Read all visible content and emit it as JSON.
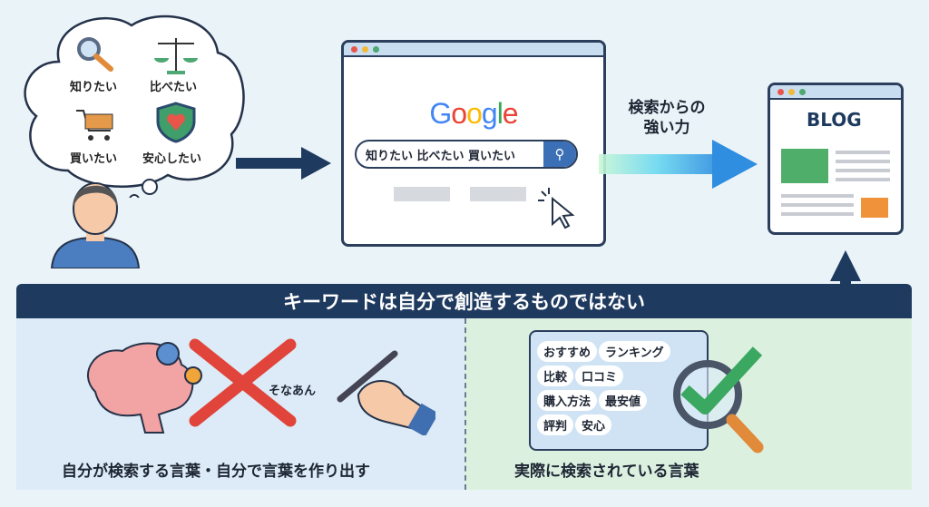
{
  "cloud": {
    "items": [
      "知りたい",
      "比べたい",
      "買いたい",
      "安心したい"
    ]
  },
  "browser": {
    "logo": "Google",
    "search_query": "知りたい 比べたい 買いたい"
  },
  "force_label": {
    "line1": "検索からの",
    "line2": "強い力"
  },
  "blog": {
    "title": "BLOG"
  },
  "banner": {
    "title": "キーワードは自分で創造するものではない"
  },
  "left_panel": {
    "handwriting": "そなあん",
    "caption": "自分が検索する言葉・自分で言葉を作り出す"
  },
  "right_panel": {
    "tags": [
      "おすすめ",
      "ランキング",
      "比較",
      "口コミ",
      "購入方法",
      "最安値",
      "評判",
      "安心"
    ],
    "caption": "実際に検索されている言葉"
  },
  "colors": {
    "navy": "#1f3a5f",
    "left_bg": "#dcebf7",
    "right_bg": "#dcf0e0",
    "check": "#3aa860",
    "cross": "#e0443a"
  }
}
